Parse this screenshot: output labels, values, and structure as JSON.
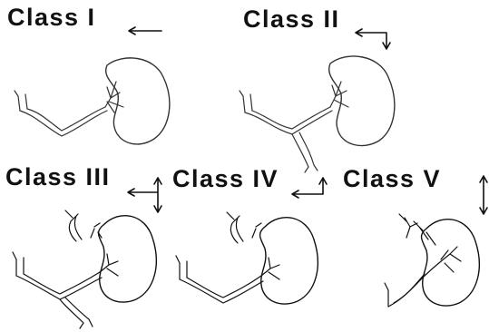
{
  "panels": [
    {
      "id": "class1",
      "label": "Class I"
    },
    {
      "id": "class2",
      "label": "Class II"
    },
    {
      "id": "class3",
      "label": "Class III"
    },
    {
      "id": "class4",
      "label": "Class IV"
    },
    {
      "id": "class5",
      "label": "Class V"
    }
  ],
  "colors": {
    "ink": "#111111",
    "line": "#333333",
    "background": "#ffffff"
  },
  "icons": [
    "arrow-left-icon",
    "arrow-left-down-icon",
    "arrow-left-updown-icon",
    "arrow-left-up-icon",
    "arrow-updown-icon"
  ]
}
